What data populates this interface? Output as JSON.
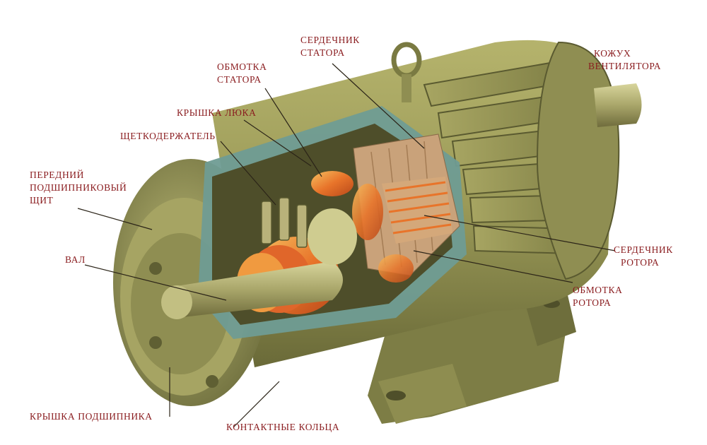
{
  "labels": {
    "stator_core": [
      "СЕРДЕЧНИК",
      "СТАТОРА"
    ],
    "fan_cover": [
      "КОЖУХ",
      "ВЕНТИЛЯТОРА"
    ],
    "stator_winding": [
      "ОБМОТКА",
      "СТАТОРА"
    ],
    "hatch_cover": [
      "КРЫШКА ЛЮКА"
    ],
    "brush_holder": [
      "ЩЕТКОДЕРЖАТЕЛЬ"
    ],
    "front_bearing_shield": [
      "ПЕРЕДНИЙ",
      "ПОДШИПНИКОВЫЙ",
      "ЩИТ"
    ],
    "shaft": [
      "ВАЛ"
    ],
    "rotor_core": [
      "СЕРДЕЧНИК",
      "РОТОРА"
    ],
    "rotor_winding": [
      "ОБМОТКА",
      "РОТОРА"
    ],
    "bearing_cover": [
      "КРЫШКА ПОДШИПНИКА"
    ],
    "slip_rings": [
      "КОНТАКТНЫЕ КОЛЬЦА"
    ]
  },
  "colors": {
    "label_text": "#8a1c1f",
    "leader_line": "#2b2418",
    "body_olive": "#9a9a58",
    "body_dark": "#5e5f32",
    "section_teal": "#6f9c94",
    "copper": "#e8742a",
    "copper_light": "#f4b35a",
    "core_tan": "#c9a27a"
  }
}
